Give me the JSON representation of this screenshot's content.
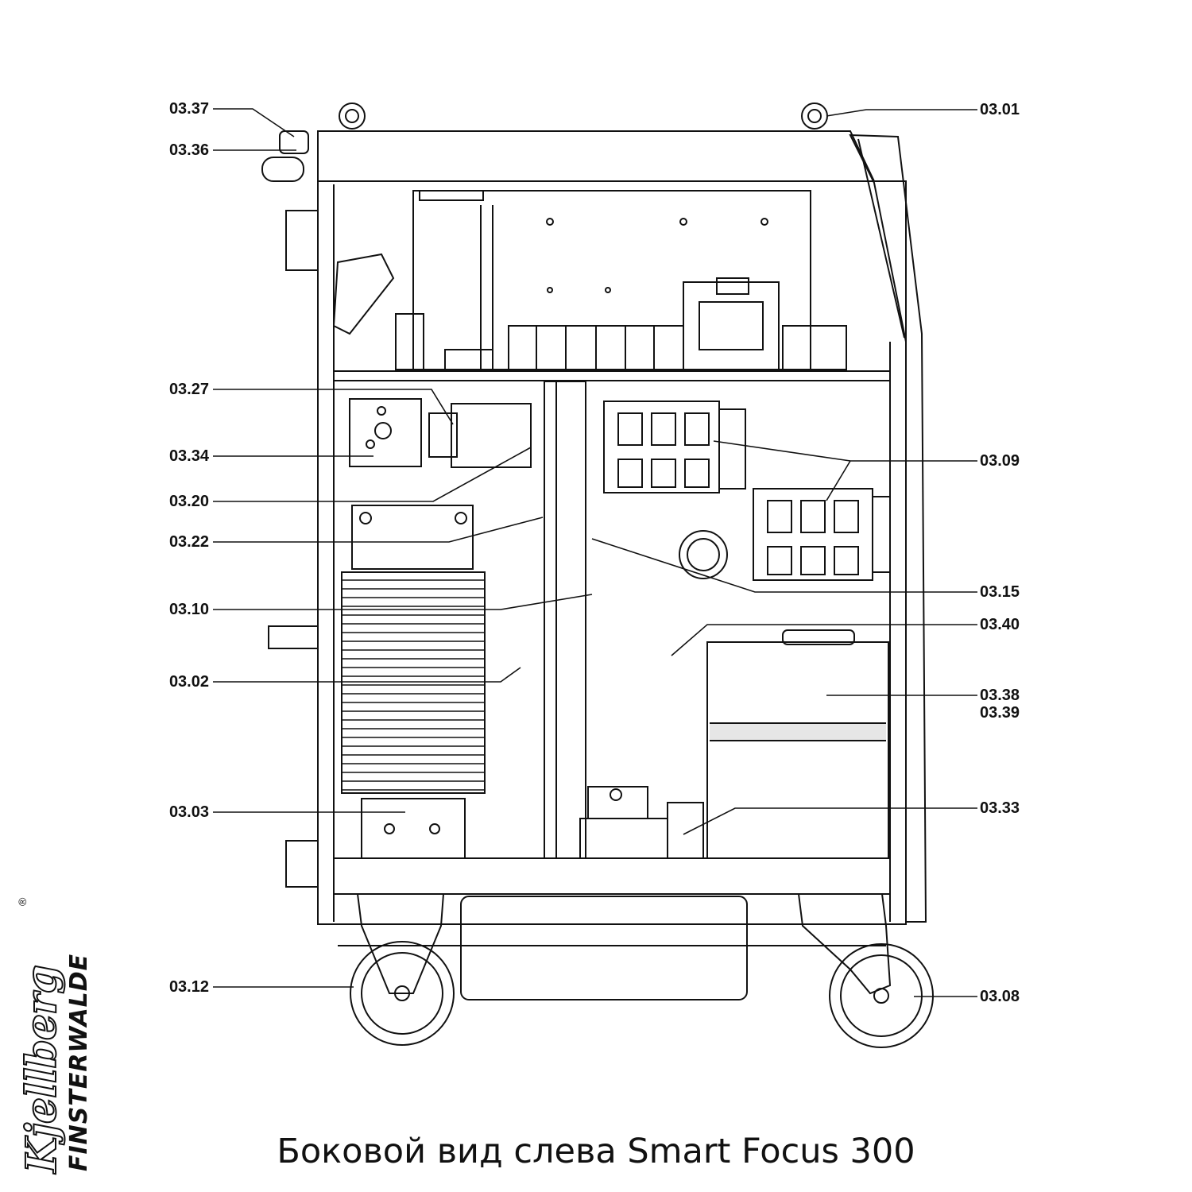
{
  "caption": "Боковой вид слева Smart Focus 300",
  "brand": {
    "name": "Kjellberg",
    "sub": "FINSTERWALDE",
    "reg": "®"
  },
  "callouts_left": [
    {
      "label": "03.37"
    },
    {
      "label": "03.36"
    },
    {
      "label": "03.27"
    },
    {
      "label": "03.34"
    },
    {
      "label": "03.20"
    },
    {
      "label": "03.22"
    },
    {
      "label": "03.10"
    },
    {
      "label": "03.02"
    },
    {
      "label": "03.03"
    },
    {
      "label": "03.12"
    }
  ],
  "callouts_right": [
    {
      "label": "03.01"
    },
    {
      "label": "03.09"
    },
    {
      "label": "03.15"
    },
    {
      "label": "03.40"
    },
    {
      "label": "03.38"
    },
    {
      "label": "03.39"
    },
    {
      "label": "03.33"
    },
    {
      "label": "03.08"
    }
  ]
}
